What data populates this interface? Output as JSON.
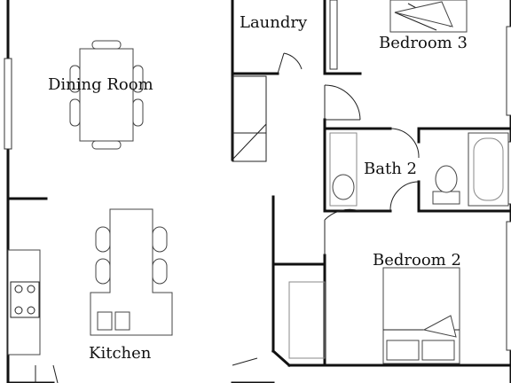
{
  "rooms": {
    "laundry": "Laundry",
    "bedroom3": "Bedroom 3",
    "dining_room": "Dining Room",
    "bath2": "Bath 2",
    "bedroom2": "Bedroom 2",
    "kitchen": "Kitchen"
  }
}
